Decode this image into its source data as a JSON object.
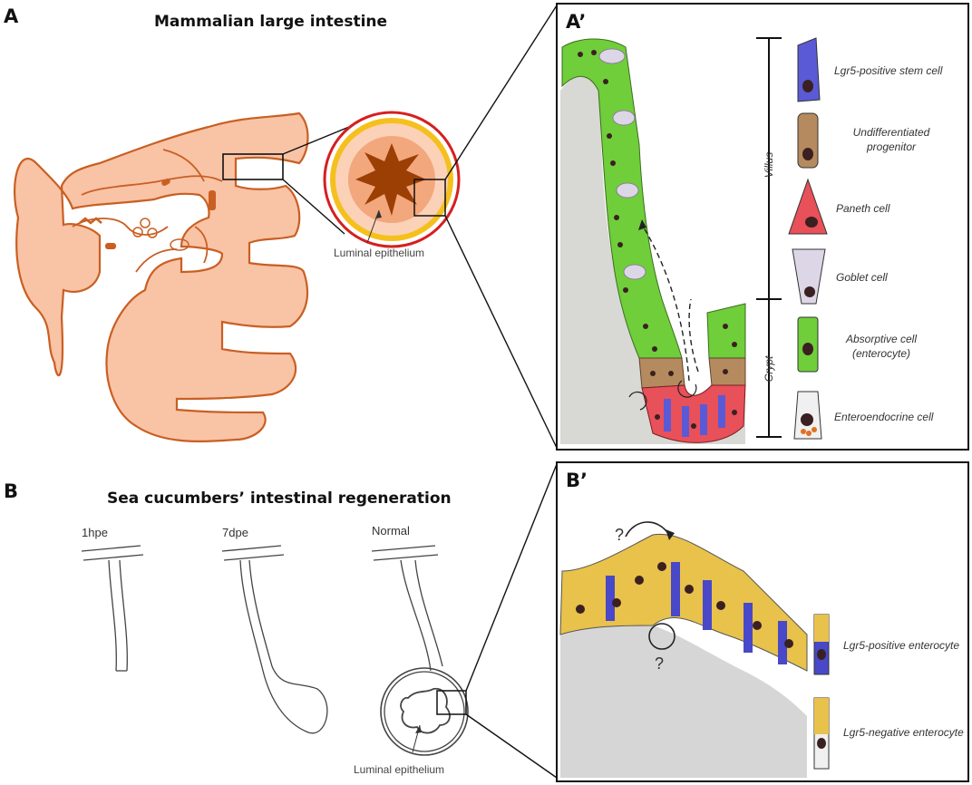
{
  "panels": {
    "a": {
      "letter": "A",
      "title": "Mammalian large intestine",
      "callout": "Luminal epithelium"
    },
    "a_prime": {
      "letter": "A’",
      "axis_top": "Villus",
      "axis_bottom": "Crypt",
      "legend": [
        {
          "label": "Lgr5-positive stem cell",
          "color": "#5a5ad6"
        },
        {
          "label": "Undifferentiated progenitor",
          "color": "#b58a5e"
        },
        {
          "label": "Paneth cell",
          "color": "#e8505a"
        },
        {
          "label": "Goblet cell",
          "color": "#ddd6e6"
        },
        {
          "label": "Absorptive cell (enterocyte)",
          "color": "#6fce3a"
        },
        {
          "label": "Enteroendocrine cell",
          "color": "#f0f0f0"
        }
      ]
    },
    "b": {
      "letter": "B",
      "title": "Sea cucumbers’ intestinal regeneration",
      "stages": [
        "1hpe",
        "7dpe",
        "Normal"
      ],
      "callout": "Luminal epithelium"
    },
    "b_prime": {
      "letter": "B’",
      "question_mark": "?",
      "legend": [
        {
          "label": "Lgr5-positive enterocyte",
          "color": "#4848c8"
        },
        {
          "label": "Lgr5-negative enterocyte",
          "color": "#e8c24a"
        }
      ]
    }
  },
  "colors": {
    "colon_fill": "#f9c3a6",
    "colon_stroke": "#c95f22",
    "section_ring": "#d61f1f",
    "lumen": "#9b3f05",
    "fat": "#f5c01e"
  }
}
